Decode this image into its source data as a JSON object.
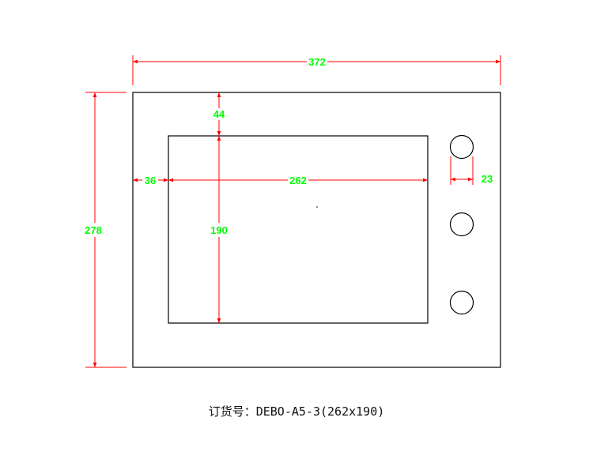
{
  "drawing": {
    "dimensions": {
      "overall_width": "372",
      "overall_height": "278",
      "top_offset": "44",
      "left_offset": "36",
      "window_width": "262",
      "window_height": "190",
      "knob_diameter": "23"
    },
    "knob_count": 3,
    "caption": "订货号：DEBO-A5-3(262x190)"
  },
  "colors": {
    "outline": "#000000",
    "dimension_line": "#ff0000",
    "dimension_text": "#00ff00"
  }
}
